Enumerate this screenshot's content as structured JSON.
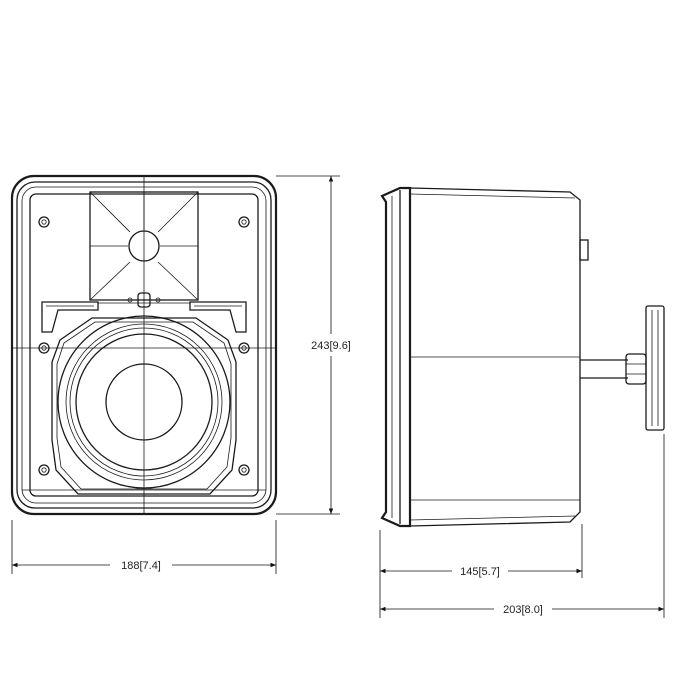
{
  "drawing": {
    "dimensions": {
      "front_height": "243[9.6]",
      "front_width": "188[7.4]",
      "side_depth": "145[5.7]",
      "overall_depth": "203[8.0]"
    },
    "line_color": "#1a1a1a"
  }
}
